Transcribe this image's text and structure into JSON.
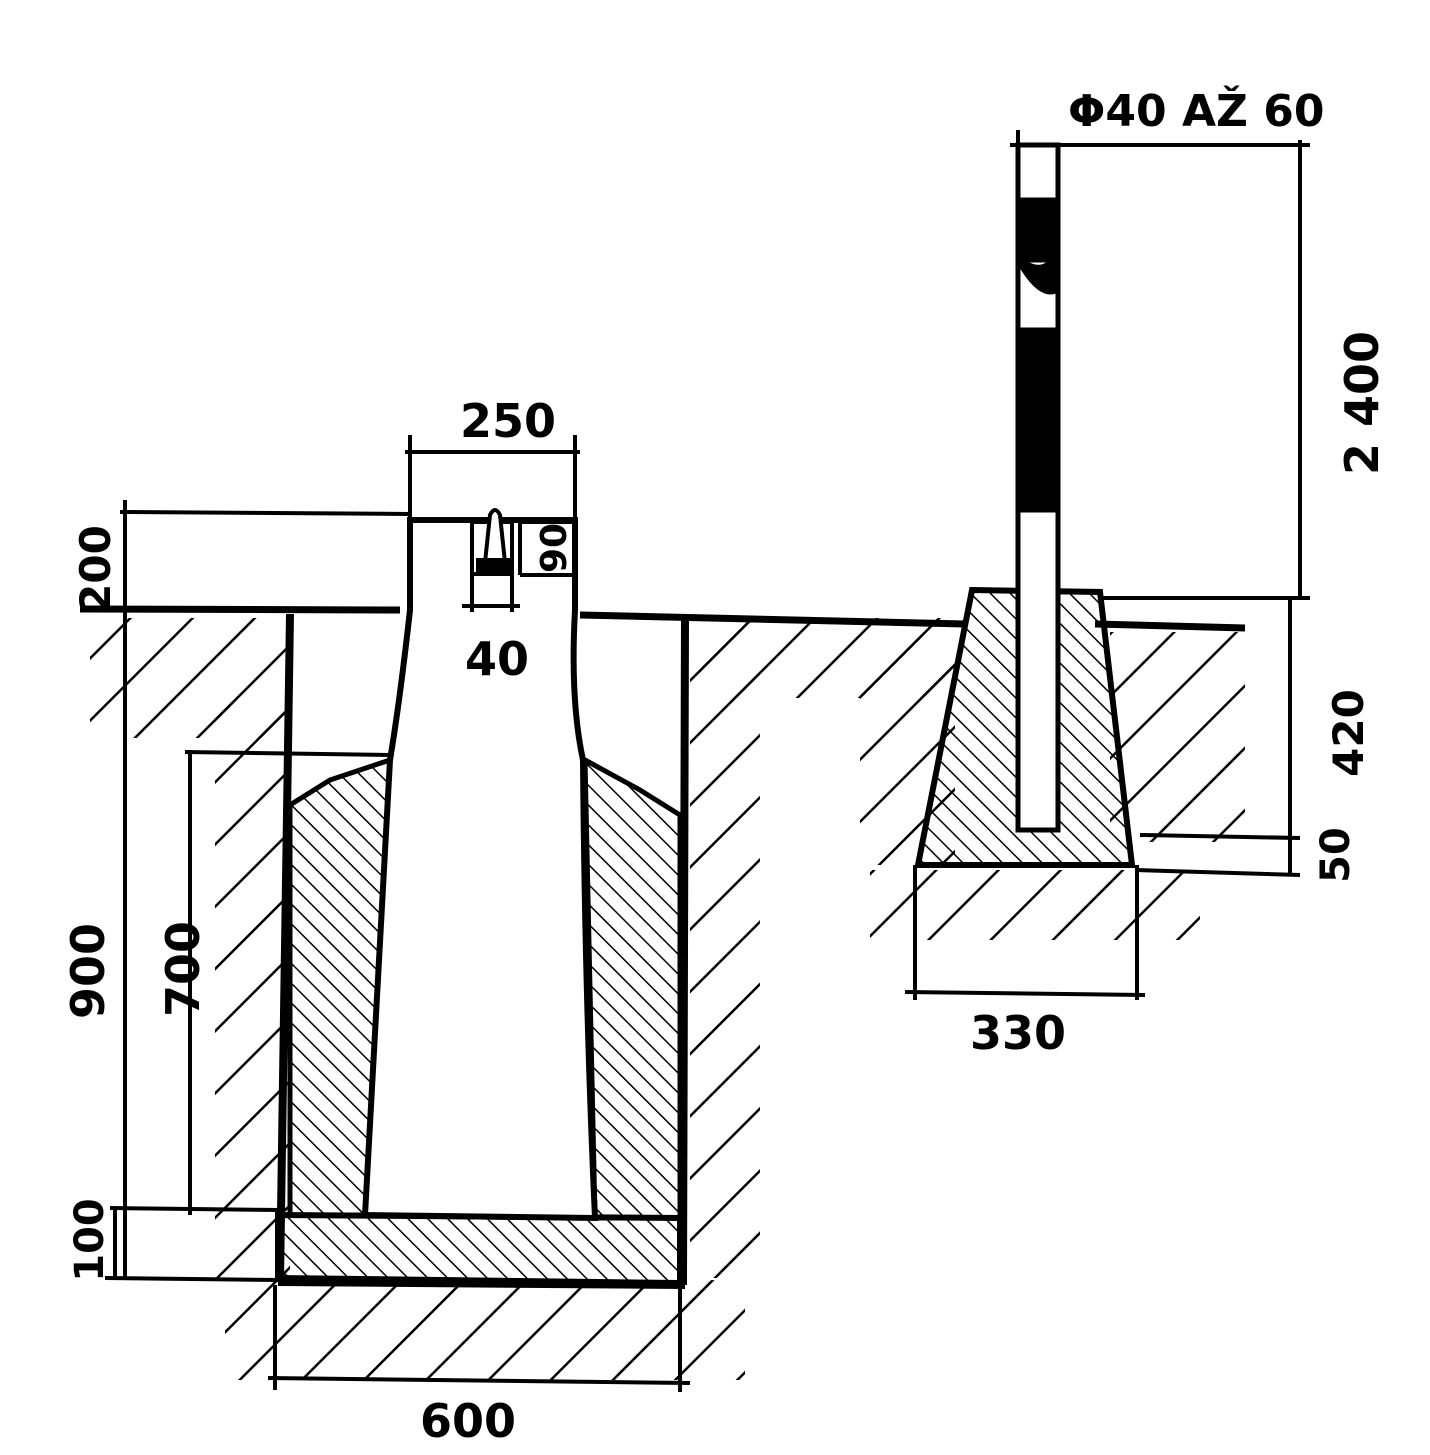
{
  "diagram": {
    "colors": {
      "ink": "#000000",
      "background": "#ffffff"
    },
    "labels": {
      "top_width": "250",
      "stone_height": "200",
      "mark_height": "90",
      "mark_width": "40",
      "total_depth": "900",
      "embed_depth": "700",
      "base_thickness": "100",
      "pit_width": "600",
      "pole_diameter": "Φ40 AŽ 60",
      "pole_height": "2 400",
      "pole_embed": "420",
      "pole_base": "50",
      "pole_base_width": "330"
    }
  }
}
